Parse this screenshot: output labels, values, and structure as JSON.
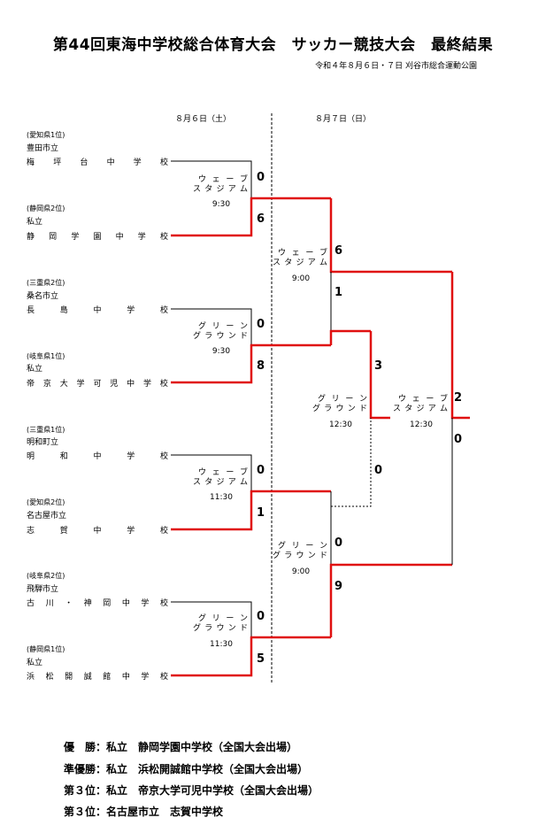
{
  "header": {
    "title": "第44回東海中学校総合体育大会　サッカー競技大会　最終結果",
    "subtitle": "令和４年８月６日・７日 刈谷市総合運動公園"
  },
  "days": {
    "day1": "８月６日（土）",
    "day2": "８月７日（日）"
  },
  "teams": [
    {
      "pref": "(愛知県1位)",
      "city": "豊田市立",
      "school": "梅坪台中学校"
    },
    {
      "pref": "(静岡県2位)",
      "city": "私立",
      "school": "静岡学園中学校"
    },
    {
      "pref": "(三重県2位)",
      "city": "桑名市立",
      "school": "長島中学校"
    },
    {
      "pref": "(岐阜県1位)",
      "city": "私立",
      "school": "帝京大学可児中学校"
    },
    {
      "pref": "(三重県1位)",
      "city": "明和町立",
      "school": "明和中学校"
    },
    {
      "pref": "(愛知県2位)",
      "city": "名古屋市立",
      "school": "志賀中学校"
    },
    {
      "pref": "(岐阜県2位)",
      "city": "飛騨市立",
      "school": "古川・神岡中学校"
    },
    {
      "pref": "(静岡県1位)",
      "city": "私立",
      "school": "浜松開誠館中学校"
    }
  ],
  "matches": [
    {
      "venue": [
        "ウ",
        "ェ",
        "ー",
        "ブ"
      ],
      "venue2": [
        "ス",
        "タ",
        "ジ",
        "ア",
        "ム"
      ],
      "time": "9:30",
      "scores": [
        "0",
        "6"
      ]
    },
    {
      "venue": [
        "グ",
        "リ",
        "ー",
        "ン"
      ],
      "venue2": [
        "グ",
        "ラ",
        "ウ",
        "ン",
        "ド"
      ],
      "time": "9:30",
      "scores": [
        "0",
        "8"
      ]
    },
    {
      "venue": [
        "ウ",
        "ェ",
        "ー",
        "ブ"
      ],
      "venue2": [
        "ス",
        "タ",
        "ジ",
        "ア",
        "ム"
      ],
      "time": "11:30",
      "scores": [
        "0",
        "1"
      ]
    },
    {
      "venue": [
        "グ",
        "リ",
        "ー",
        "ン"
      ],
      "venue2": [
        "グ",
        "ラ",
        "ウ",
        "ン",
        "ド"
      ],
      "time": "11:30",
      "scores": [
        "0",
        "5"
      ]
    },
    {
      "venue": [
        "ウ",
        "ェ",
        "ー",
        "ブ"
      ],
      "venue2": [
        "ス",
        "タ",
        "ジ",
        "ア",
        "ム"
      ],
      "time": "9:00",
      "scores": [
        "6",
        "1"
      ]
    },
    {
      "venue": [
        "グ",
        "リ",
        "ー",
        "ン"
      ],
      "venue2": [
        "グ",
        "ラ",
        "ウ",
        "ン",
        "ド"
      ],
      "time": "9:00",
      "scores": [
        "0",
        "9"
      ]
    },
    {
      "venue": [
        "グ",
        "リ",
        "ー",
        "ン"
      ],
      "venue2": [
        "グ",
        "ラ",
        "ウ",
        "ン",
        "ド"
      ],
      "time": "12:30",
      "scores": [
        "3",
        "0"
      ]
    },
    {
      "venue": [
        "ウ",
        "ェ",
        "ー",
        "ブ"
      ],
      "venue2": [
        "ス",
        "タ",
        "ジ",
        "ア",
        "ム"
      ],
      "time": "12:30",
      "scores": [
        "2",
        "0"
      ]
    }
  ],
  "results": [
    "優　勝：私立　静岡学園中学校（全国大会出場）",
    "準優勝：私立　浜松開誠館中学校（全国大会出場）",
    "第３位：私立　帝京大学可児中学校（全国大会出場）",
    "第３位：名古屋市立　志賀中学校"
  ],
  "colors": {
    "winner_line": "#e01010",
    "normal_line": "#000000"
  }
}
